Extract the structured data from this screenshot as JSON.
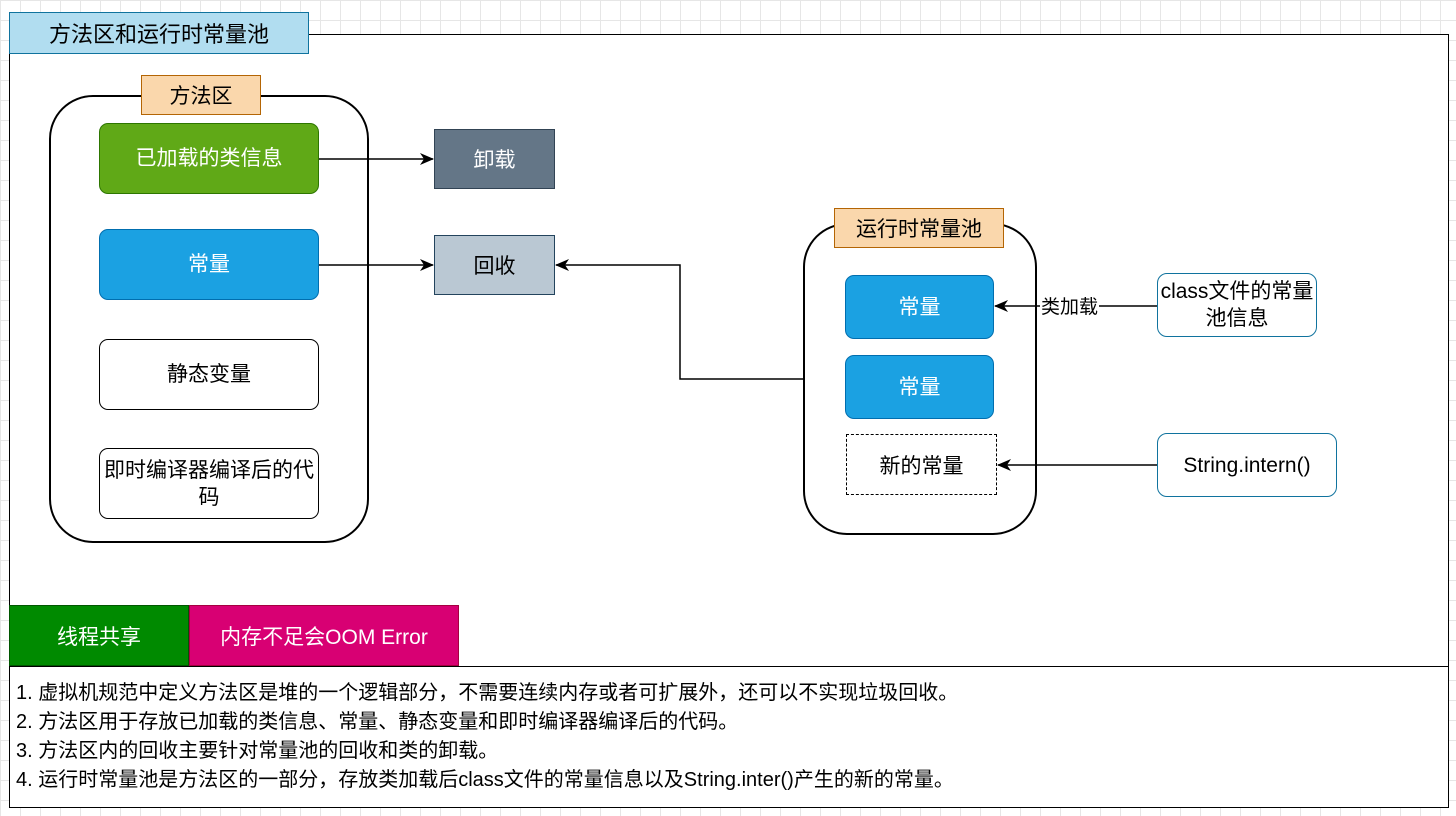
{
  "title": "方法区和运行时常量池",
  "method_area": {
    "label": "方法区",
    "items": [
      "已加载的类信息",
      "常量",
      "静态变量",
      "即时编译器编译后的代码"
    ]
  },
  "actions": {
    "unload": "卸载",
    "recycle": "回收"
  },
  "runtime_pool": {
    "label": "运行时常量池",
    "constant_1": "常量",
    "constant_2": "常量",
    "new_constant": "新的常量"
  },
  "sources": {
    "class_pool": "class文件的常量池信息",
    "intern": "String.intern()"
  },
  "edge_labels": {
    "class_loading": "类加载"
  },
  "badges": {
    "shared": "线程共享",
    "oom": "内存不足会OOM Error"
  },
  "notes": [
    "1. 虚拟机规范中定义方法区是堆的一个逻辑部分，不需要连续内存或者可扩展外，还可以不实现垃圾回收。",
    "2. 方法区用于存放已加载的类信息、常量、静态变量和即时编译器编译后的代码。",
    "3. 方法区内的回收主要针对常量池的回收和类的卸载。",
    "4. 运行时常量池是方法区的一部分，存放类加载后class文件的常量信息以及String.inter()产生的新的常量。"
  ],
  "colors": {
    "title_fill": "#b1ddf0",
    "tag_fill": "#fad7ac",
    "green": "#60a917",
    "blue": "#1ba1e2",
    "unload_fill": "#647687",
    "recycle_fill": "#bac8d3",
    "shared_badge": "#008a00",
    "oom_badge": "#d80073"
  }
}
